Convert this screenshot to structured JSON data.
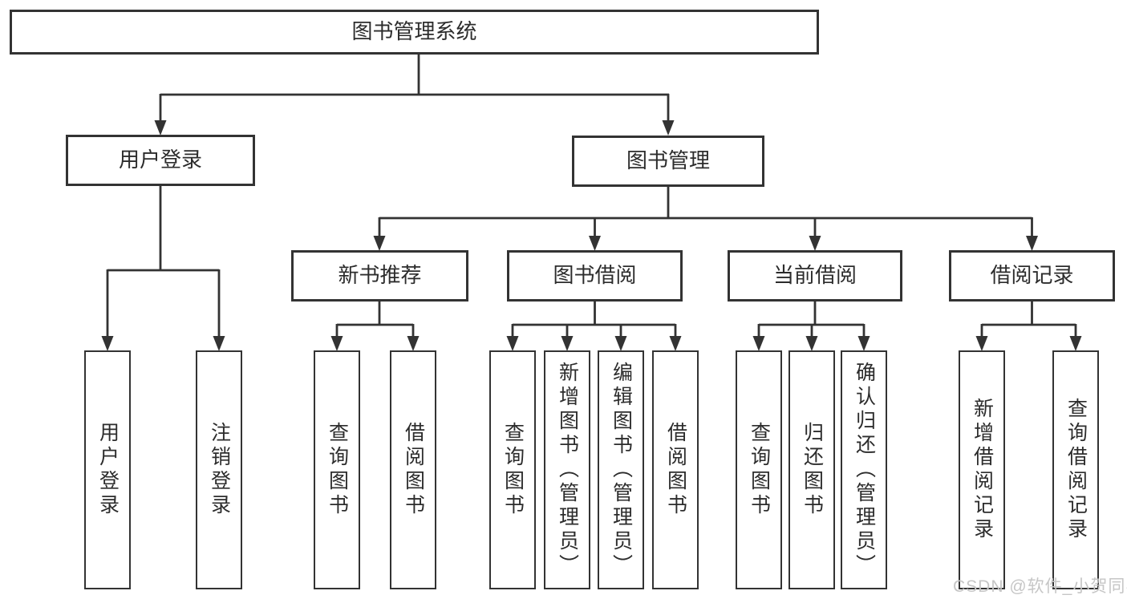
{
  "page": {
    "background": "#ffffff"
  },
  "colors": {
    "line": "#333333",
    "box_border": "#333333",
    "text": "#2c2c2c",
    "watermark": "#c6c6c6"
  },
  "diagram": {
    "type": "hierarchy-tree",
    "root_label": "图书管理系统",
    "level2": [
      {
        "label": "用户登录"
      },
      {
        "label": "图书管理"
      }
    ],
    "level3": [
      {
        "label": "新书推荐",
        "parent": "图书管理"
      },
      {
        "label": "图书借阅",
        "parent": "图书管理"
      },
      {
        "label": "当前借阅",
        "parent": "图书管理"
      },
      {
        "label": "借阅记录",
        "parent": "图书管理"
      }
    ],
    "leaves": [
      {
        "label": "用户登录",
        "parent": "用户登录"
      },
      {
        "label": "注销登录",
        "parent": "用户登录"
      },
      {
        "label": "查询图书",
        "parent": "新书推荐"
      },
      {
        "label": "借阅图书",
        "parent": "新书推荐"
      },
      {
        "label": "查询图书",
        "parent": "图书借阅"
      },
      {
        "label": "新增图书（管理员）",
        "parent": "图书借阅"
      },
      {
        "label": "编辑图书（管理员）",
        "parent": "图书借阅"
      },
      {
        "label": "借阅图书",
        "parent": "图书借阅"
      },
      {
        "label": "查询图书",
        "parent": "当前借阅"
      },
      {
        "label": "归还图书",
        "parent": "当前借阅"
      },
      {
        "label": "确认归还（管理员）",
        "parent": "当前借阅"
      },
      {
        "label": "新增借阅记录",
        "parent": "借阅记录"
      },
      {
        "label": "查询借阅记录",
        "parent": "借阅记录"
      }
    ]
  },
  "watermark": {
    "text": "CSDN @软件_小贺同学"
  }
}
